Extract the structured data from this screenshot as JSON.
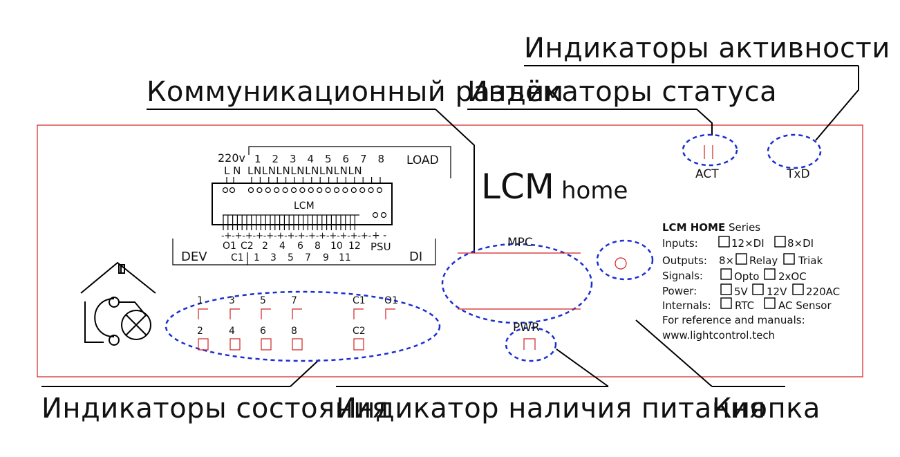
{
  "callouts": {
    "uart": "Индикаторы активности UART",
    "connector": "Коммуникационный разъём",
    "status": "Индикаторы статуса",
    "states": "Индикаторы состояния",
    "power": "Индикатор наличия питания",
    "button": "Кнопка"
  },
  "device": {
    "brand": "LCM",
    "brand_sub": "home",
    "act_label": "ACT",
    "txd_label": "TxD",
    "mpc_label": "MPC",
    "pwr_label": "PWR"
  },
  "connector_block": {
    "voltage_label": "220v",
    "load_label": "LOAD",
    "dev_label": "DEV",
    "di_label": "DI",
    "lcm_label": "LCM",
    "psu_label": "PSU",
    "ln_left": "L N",
    "ln_channels": "LNLNLNLNLNLNLNLN",
    "load_numbers": [
      "1",
      "2",
      "3",
      "4",
      "5",
      "6",
      "7",
      "8"
    ],
    "di_top_numbers": [
      "O1",
      "C2",
      "2",
      "4",
      "6",
      "8",
      "10",
      "12"
    ],
    "di_bottom_numbers": [
      "C1",
      "1",
      "3",
      "5",
      "7",
      "9",
      "11"
    ],
    "psu_polarity": "+ -"
  },
  "state_leds": {
    "top_row": [
      "1",
      "3",
      "5",
      "7",
      "C1",
      "O1"
    ],
    "bottom_row": [
      "2",
      "4",
      "6",
      "8",
      "C2"
    ]
  },
  "spec": {
    "series_bold": "LCM HOME",
    "series_rest": "Series",
    "inputs_label": "Inputs:",
    "inputs_opt1": "12×DI",
    "inputs_opt2": "8×DI",
    "outputs_label": "Outputs:",
    "outputs_prefix": "8×",
    "outputs_opt1": "Relay",
    "outputs_opt2": "Triak",
    "signals_label": "Signals:",
    "signals_opt1": "Opto",
    "signals_opt2": "2xOC",
    "power_label": "Power:",
    "power_opt1": "5V",
    "power_opt2": "12V",
    "power_opt3": "220AC",
    "internals_label": "Internals:",
    "internals_opt1": "RTC",
    "internals_opt2": "AC Sensor",
    "ref_line": "For reference and manuals:",
    "url": "www.lightcontrol.tech"
  },
  "colors": {
    "panel_outline": "#d02020",
    "indicator_rings": "#1a2fd0",
    "lines": "#000000"
  }
}
